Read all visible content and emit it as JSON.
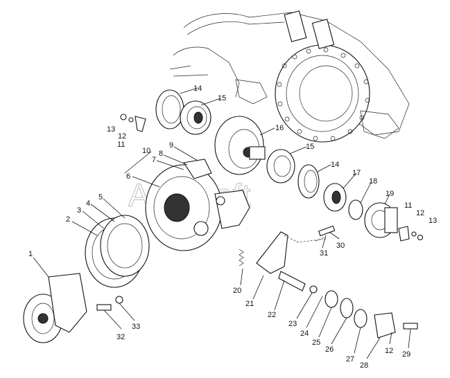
{
  "watermark": "AutoSoft",
  "labels": [
    {
      "id": "1",
      "text": "1"
    },
    {
      "id": "2",
      "text": "2"
    },
    {
      "id": "3",
      "text": "3"
    },
    {
      "id": "4",
      "text": "4"
    },
    {
      "id": "5",
      "text": "5"
    },
    {
      "id": "6",
      "text": "6"
    },
    {
      "id": "7",
      "text": "7"
    },
    {
      "id": "8",
      "text": "8"
    },
    {
      "id": "9",
      "text": "9"
    },
    {
      "id": "10",
      "text": "10"
    },
    {
      "id": "11a",
      "text": "11"
    },
    {
      "id": "12a",
      "text": "12"
    },
    {
      "id": "13a",
      "text": "13"
    },
    {
      "id": "14a",
      "text": "14"
    },
    {
      "id": "15a",
      "text": "15"
    },
    {
      "id": "16",
      "text": "16"
    },
    {
      "id": "15b",
      "text": "15"
    },
    {
      "id": "14b",
      "text": "14"
    },
    {
      "id": "17",
      "text": "17"
    },
    {
      "id": "18",
      "text": "18"
    },
    {
      "id": "19",
      "text": "19"
    },
    {
      "id": "11b",
      "text": "11"
    },
    {
      "id": "12b",
      "text": "12"
    },
    {
      "id": "13b",
      "text": "13"
    },
    {
      "id": "20",
      "text": "20"
    },
    {
      "id": "21",
      "text": "21"
    },
    {
      "id": "22",
      "text": "22"
    },
    {
      "id": "23",
      "text": "23"
    },
    {
      "id": "24",
      "text": "24"
    },
    {
      "id": "25",
      "text": "25"
    },
    {
      "id": "26",
      "text": "26"
    },
    {
      "id": "27",
      "text": "27"
    },
    {
      "id": "28",
      "text": "28"
    },
    {
      "id": "12c",
      "text": "12"
    },
    {
      "id": "29",
      "text": "29"
    },
    {
      "id": "30",
      "text": "30"
    },
    {
      "id": "31",
      "text": "31"
    },
    {
      "id": "32",
      "text": "32"
    },
    {
      "id": "33",
      "text": "33"
    }
  ]
}
